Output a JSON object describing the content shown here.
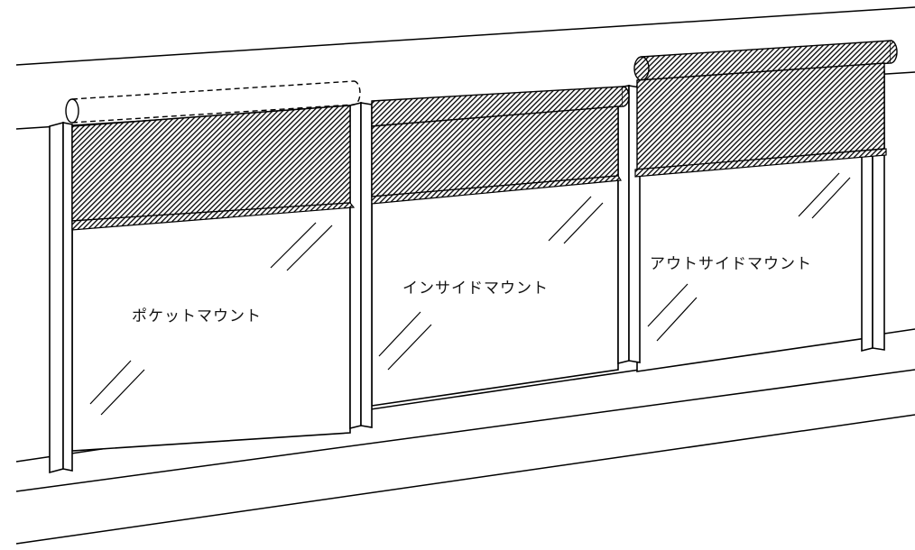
{
  "labels": {
    "pocket": "ポケットマウント",
    "inside": "インサイドマウント",
    "outside": "アウトサイドマウント"
  },
  "colors": {
    "line": "#000000",
    "shade_fill": "#3a3a3a",
    "background": "#ffffff"
  },
  "icons": [
    "roller-shade-icon",
    "window-glass-icon"
  ]
}
